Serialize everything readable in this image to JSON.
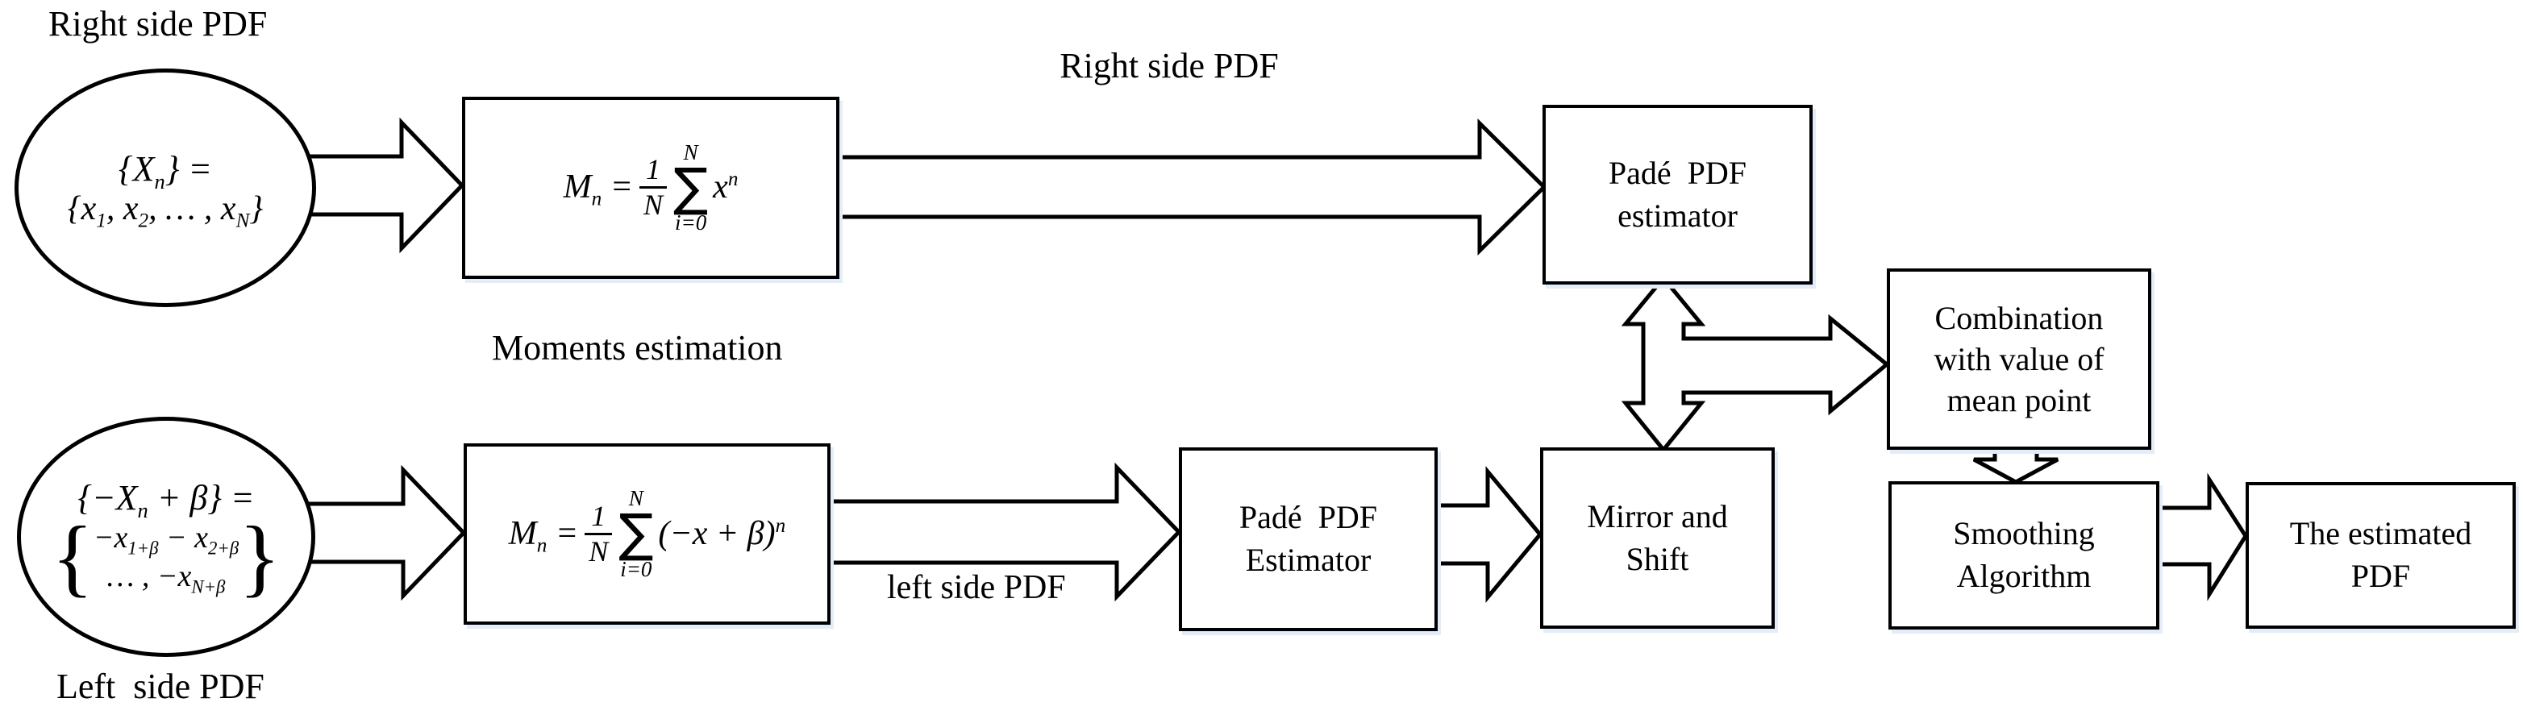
{
  "colors": {
    "ink": "#000000",
    "background": "#ffffff",
    "shadow_tint": "#e3ecf9"
  },
  "labels": {
    "top_left": "Right side PDF",
    "right_arrow": "Right side PDF",
    "moments": "Moments estimation",
    "left_arrow": "left side PDF",
    "bottom_left": "Left  side PDF"
  },
  "ellipses": {
    "right_input": {
      "line1": "{X_{n}} =",
      "line2": "{x_{1}, x_{2}, … , x_{N}}"
    },
    "left_input": {
      "line1": "{−X_{n} + β} =",
      "brace_open": "{",
      "brace_line1": "−x_{1+β} − x_{2+β}",
      "brace_line2": "… , −x_{N+β}",
      "brace_close": "}"
    }
  },
  "formulas": {
    "right_moments": {
      "lhs": "M_{n} =",
      "frac_num": "1",
      "frac_den": "N",
      "sum_top": "N",
      "sigma": "∑",
      "sum_bottom": "i=0",
      "term": "x^{n}"
    },
    "left_moments": {
      "lhs": "M_{n} =",
      "frac_num": "1",
      "frac_den": "N",
      "sum_top": "N",
      "sigma": "∑",
      "sum_bottom": "i=0",
      "term": "(−x + β)^{n}"
    }
  },
  "boxes": {
    "pade_right": {
      "line1": "Padé  PDF",
      "line2": "estimator"
    },
    "pade_left": {
      "line1": "Padé  PDF",
      "line2": "Estimator"
    },
    "mirror": {
      "line1": "Mirror and",
      "line2": "Shift"
    },
    "combination": {
      "line1": "Combination",
      "line2": "with value of",
      "line3": "mean point"
    },
    "smoothing": {
      "line1": "Smoothing",
      "line2": "Algorithm"
    },
    "estimated": {
      "line1": "The estimated",
      "line2": "PDF"
    }
  }
}
